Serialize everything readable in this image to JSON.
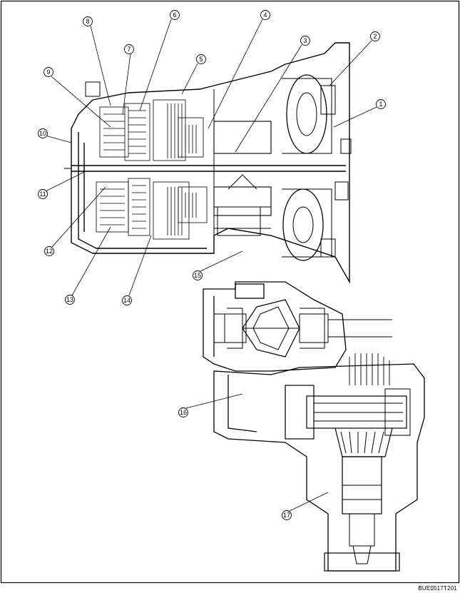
{
  "diagram": {
    "figure_code": "BUE0517T201",
    "callouts": [
      {
        "id": "callout-1",
        "label": "1"
      },
      {
        "id": "callout-2",
        "label": "2"
      },
      {
        "id": "callout-3",
        "label": "3"
      },
      {
        "id": "callout-4",
        "label": "4"
      },
      {
        "id": "callout-5",
        "label": "5"
      },
      {
        "id": "callout-6",
        "label": "6"
      },
      {
        "id": "callout-7",
        "label": "7"
      },
      {
        "id": "callout-8",
        "label": "8"
      },
      {
        "id": "callout-9",
        "label": "9"
      },
      {
        "id": "callout-10",
        "label": "10"
      },
      {
        "id": "callout-11",
        "label": "11"
      },
      {
        "id": "callout-12",
        "label": "12"
      },
      {
        "id": "callout-13",
        "label": "13"
      },
      {
        "id": "callout-14",
        "label": "14"
      },
      {
        "id": "callout-15",
        "label": "15"
      },
      {
        "id": "callout-16",
        "label": "16"
      },
      {
        "id": "callout-17",
        "label": "17"
      }
    ]
  }
}
